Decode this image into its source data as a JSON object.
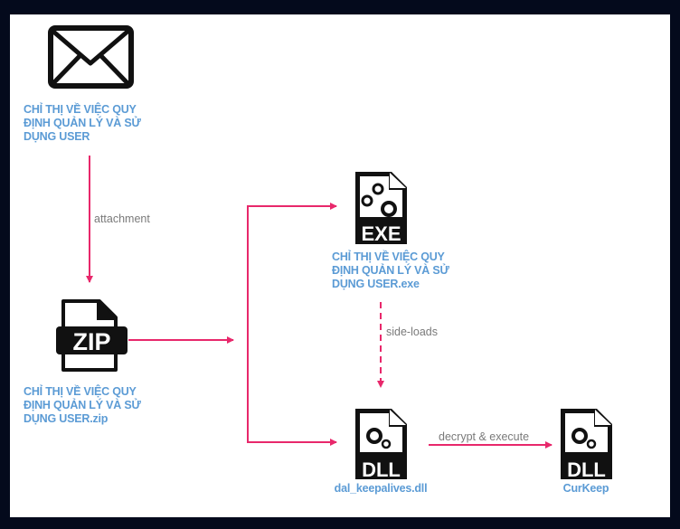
{
  "diagram": {
    "accent_color": "#e8286b",
    "label_color": "#5b9bd5",
    "edge_label_color": "#7a7a7a",
    "nodes": [
      {
        "id": "email",
        "icon": "envelope-icon",
        "label_lines": [
          "CHỈ THỊ VỀ VIỆC QUY",
          "ĐỊNH QUẢN LÝ VÀ SỬ",
          "DỤNG USER"
        ]
      },
      {
        "id": "zip",
        "icon": "zip-file-icon",
        "icon_text": "ZIP",
        "label_lines": [
          "CHỈ THỊ VỀ VIỆC QUY",
          "ĐỊNH QUẢN LÝ VÀ SỬ",
          "DỤNG USER.zip"
        ]
      },
      {
        "id": "exe",
        "icon": "exe-file-icon",
        "icon_text": "EXE",
        "label_lines": [
          "CHỈ THỊ VỀ VIỆC QUY",
          "ĐỊNH QUẢN LÝ VÀ SỬ",
          "DỤNG USER.exe"
        ]
      },
      {
        "id": "dll",
        "icon": "dll-file-icon",
        "icon_text": "DLL",
        "label_lines": [
          "dal_keepalives.dll"
        ]
      },
      {
        "id": "curkeep",
        "icon": "dll-file-icon",
        "icon_text": "DLL",
        "label_lines": [
          "CurKeep"
        ]
      }
    ],
    "edges": [
      {
        "from": "email",
        "to": "zip",
        "label": "attachment",
        "style": "solid"
      },
      {
        "from": "zip",
        "to": "exe",
        "label": "",
        "style": "solid"
      },
      {
        "from": "zip",
        "to": "dll",
        "label": "",
        "style": "solid"
      },
      {
        "from": "exe",
        "to": "dll",
        "label": "side-loads",
        "style": "dashed"
      },
      {
        "from": "dll",
        "to": "curkeep",
        "label": "decrypt & execute",
        "style": "solid"
      }
    ]
  }
}
